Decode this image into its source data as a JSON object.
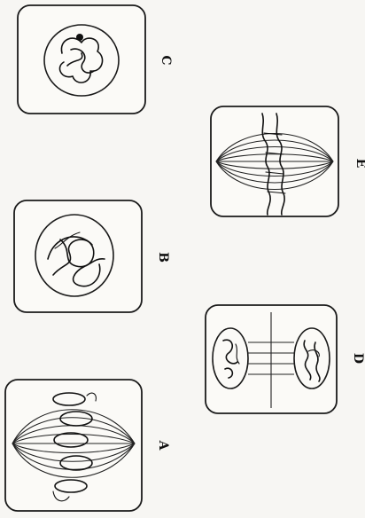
{
  "panels": [
    {
      "id": "A",
      "label": "A"
    },
    {
      "id": "B",
      "label": "B"
    },
    {
      "id": "C",
      "label": "C"
    },
    {
      "id": "D",
      "label": "D"
    },
    {
      "id": "E",
      "label": "E"
    }
  ],
  "colors": {
    "ink": "#1a1a1a",
    "paper": "#f7f6f3"
  }
}
